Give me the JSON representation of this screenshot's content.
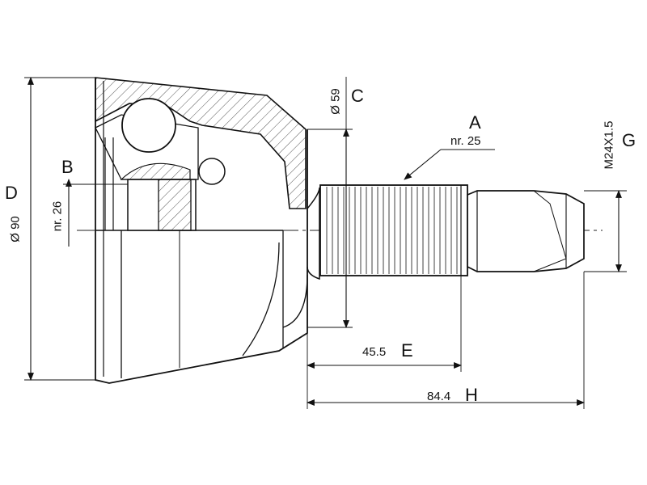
{
  "labels": {
    "A": "A",
    "B": "B",
    "C": "C",
    "D": "D",
    "E": "E",
    "G": "G",
    "H": "H"
  },
  "values": {
    "a_note": "nr. 25",
    "b_note": "nr. 26",
    "c_dim": "Ø 59",
    "d_dim": "Ø 90",
    "e_dim": "45.5",
    "g_thread": "M24X1.5",
    "h_dim": "84.4"
  }
}
